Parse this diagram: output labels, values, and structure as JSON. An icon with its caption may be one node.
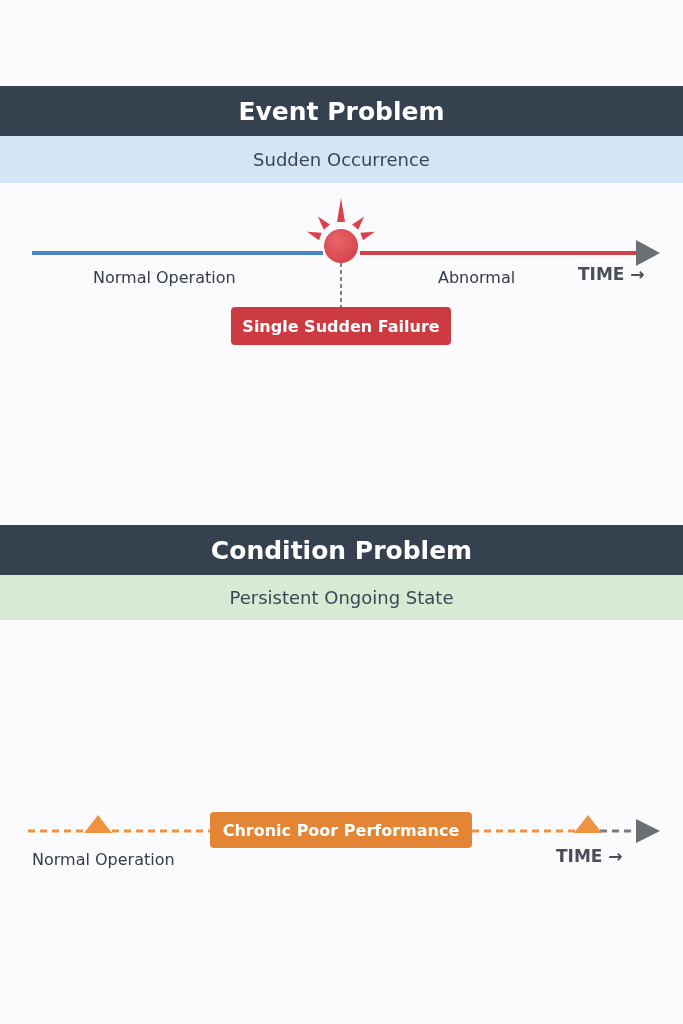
{
  "diagram": {
    "nodes": [
      {
        "text": [
          "Event Problem"
        ]
      },
      {
        "text": [
          "Sudden Occurrence"
        ]
      },
      {
        "text": [],
        "shape": "circle"
      },
      {
        "text": [
          "Single Sudden Failure"
        ]
      },
      {
        "text": [
          "Condition Problem"
        ]
      },
      {
        "text": [
          "Persistent Ongoing State"
        ]
      },
      {
        "text": [
          "Chronic Poor Performance"
        ]
      }
    ],
    "edges": [
      {
        "from": 2,
        "to": 3,
        "arrow": "none",
        "style": "dashed"
      }
    ],
    "labels": [
      "Normal Operation",
      "Abnormal",
      "TIME →",
      "Normal Operation",
      "TIME →"
    ]
  }
}
